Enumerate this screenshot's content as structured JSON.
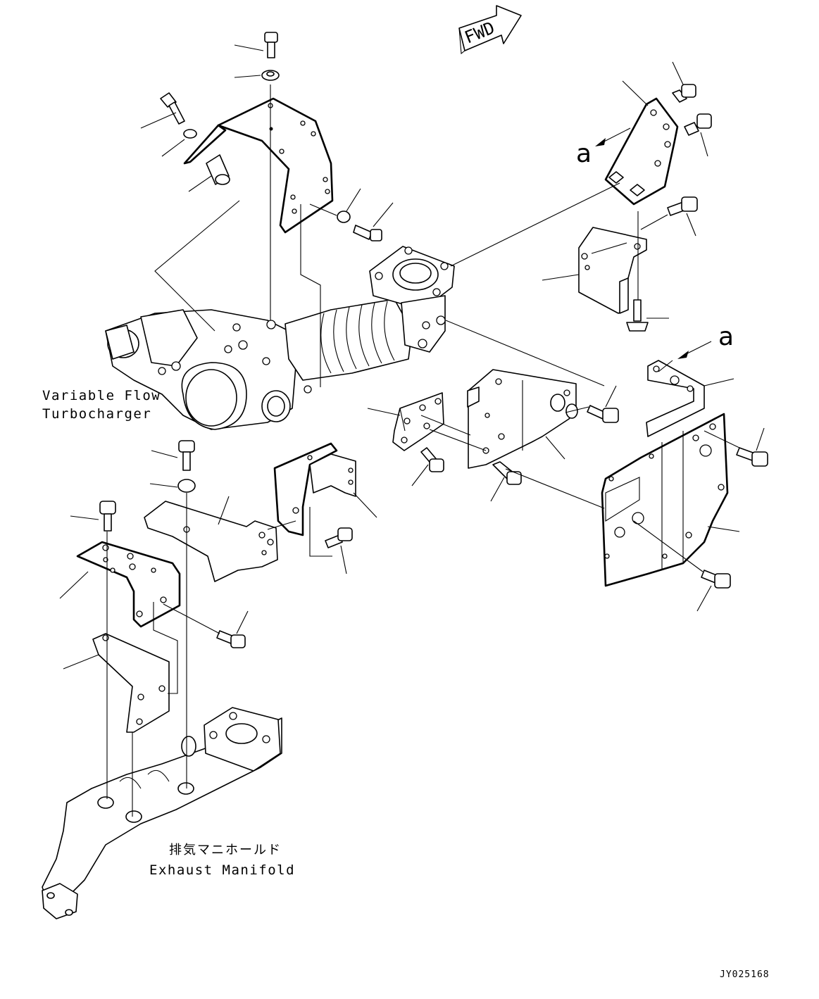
{
  "labels": {
    "turbocharger_line1": "Variable Flow",
    "turbocharger_line2": "Turbocharger",
    "manifold_jp": "排気マニホールド",
    "manifold_en": "Exhaust Manifold",
    "view_mark_top": "a",
    "view_mark_right": "a",
    "forward_arrow": "FWD",
    "drawing_number": "JY025168"
  },
  "icons": [
    "forward-arrow-icon",
    "view-direction-arrow-icon"
  ]
}
